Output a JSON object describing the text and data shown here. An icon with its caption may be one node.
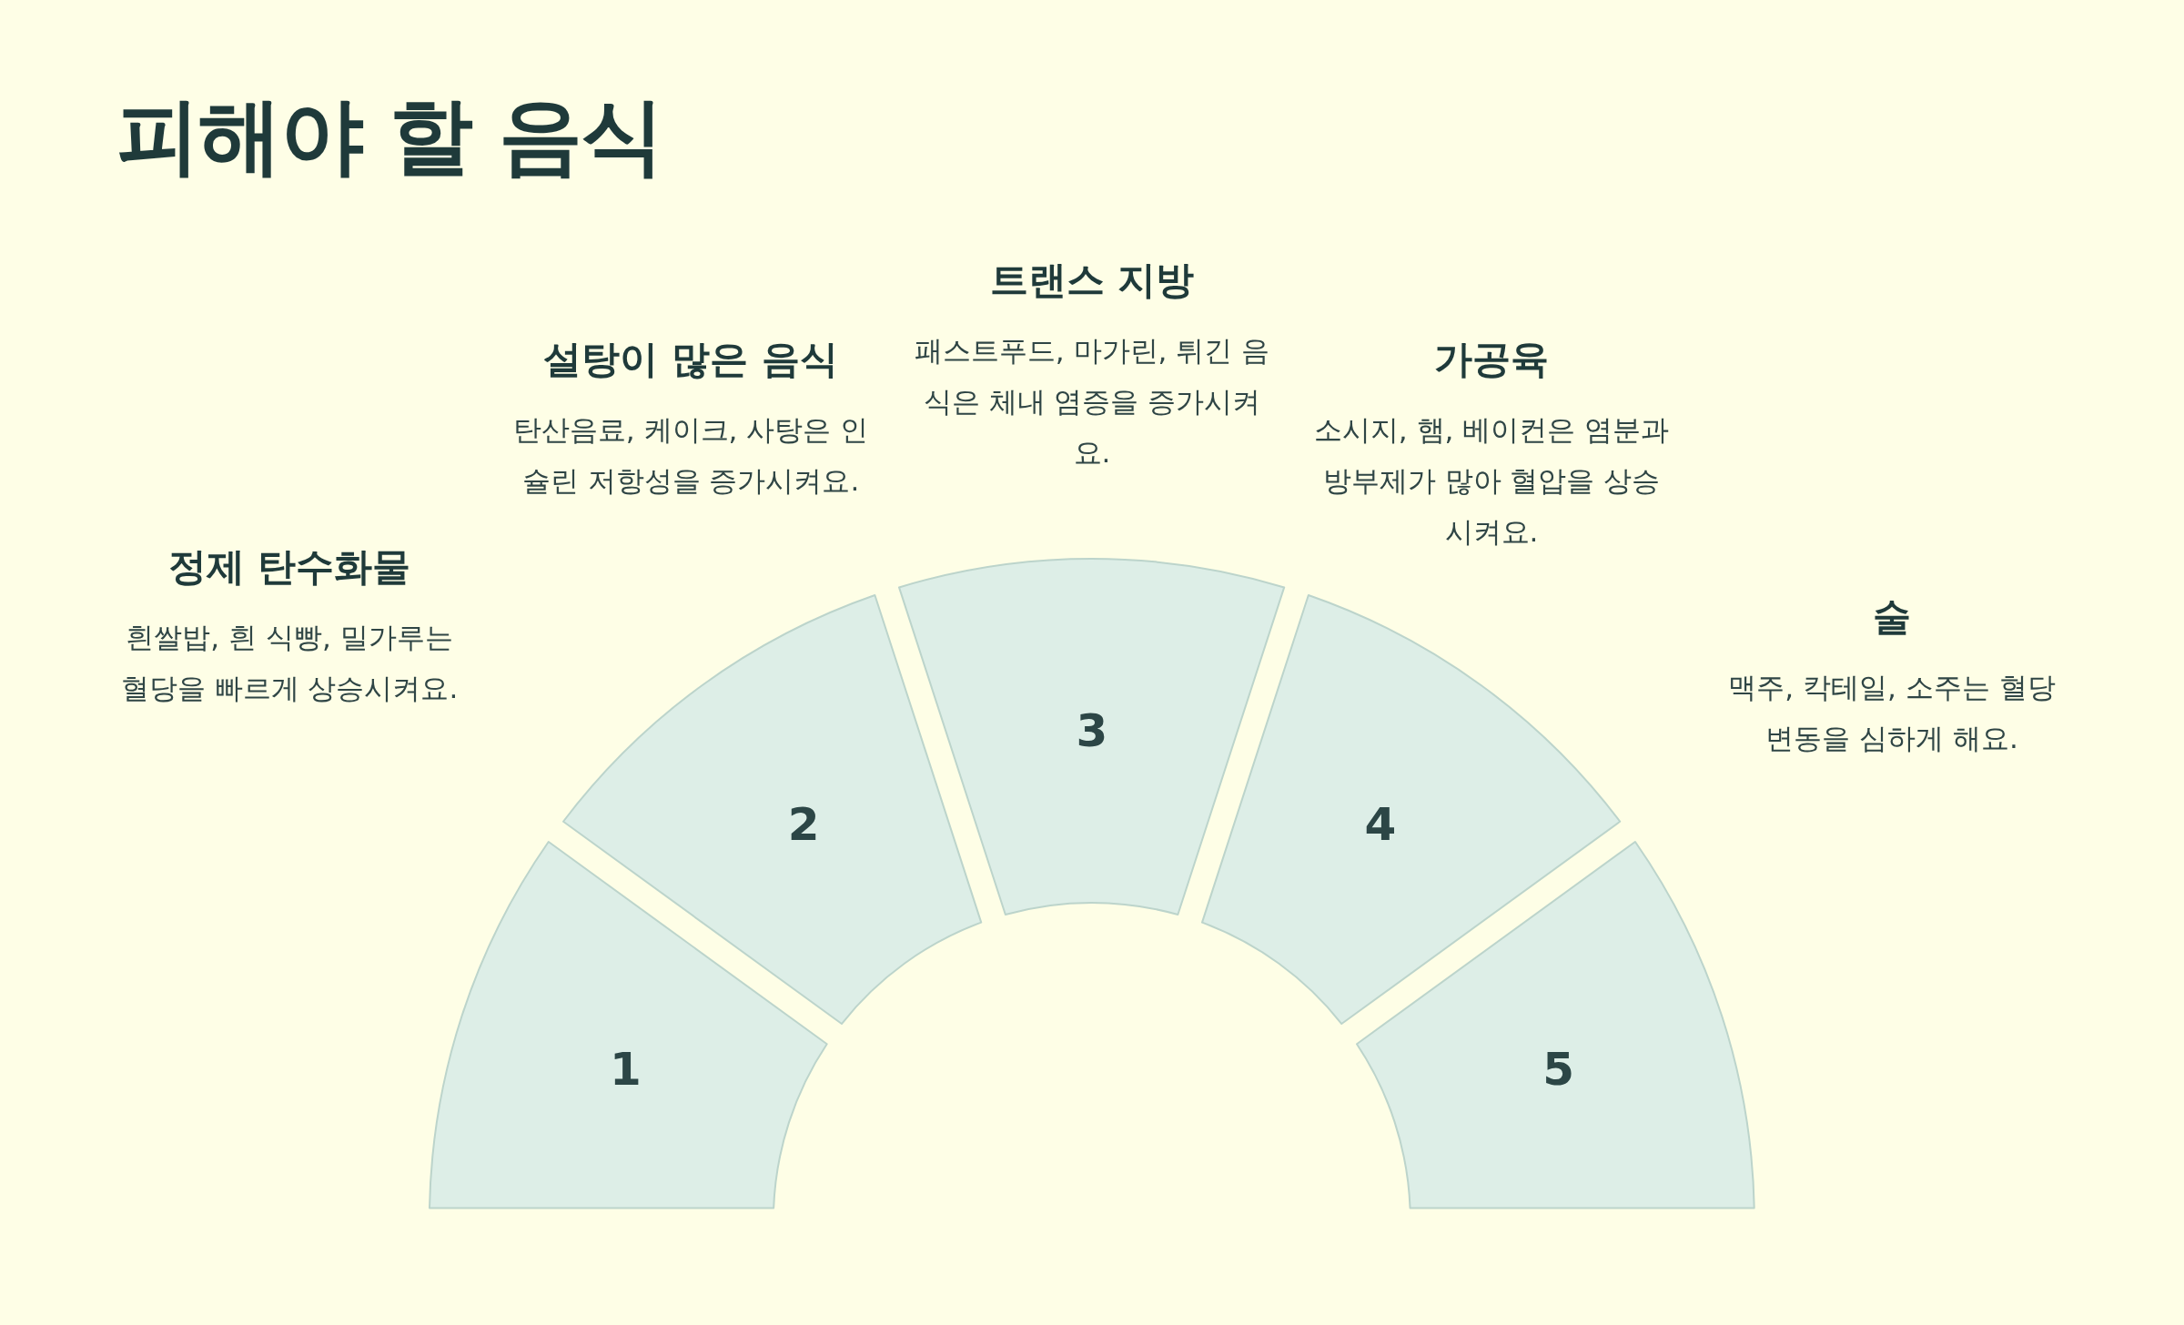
{
  "diagram": {
    "title": "피해야 할 음식",
    "nodes": [
      {
        "text": [
          "1"
        ],
        "beside": [
          "정제 탄수화물",
          "흰쌀밥, 흰 식빵, 밀가루는 혈당을 빠르게 상승시켜요."
        ]
      },
      {
        "text": [
          "2"
        ],
        "beside": [
          "설탕이 많은 음식",
          "탄산음료, 케이크, 사탕은 인슐린 저항성을 증가시켜요."
        ]
      },
      {
        "text": [
          "3"
        ],
        "beside": [
          "트랜스 지방",
          "패스트푸드, 마가린, 튀긴 음식은 체내 염증을 증가시켜요."
        ]
      },
      {
        "text": [
          "4"
        ],
        "beside": [
          "가공육",
          "소시지, 햄, 베이컨은 염분과 방부제가 많아 혈압을 상승시켜요."
        ]
      },
      {
        "text": [
          "5"
        ],
        "beside": [
          "술",
          "맥주, 칵테일, 소주는 혈당 변동을 심하게 해요."
        ]
      }
    ]
  }
}
